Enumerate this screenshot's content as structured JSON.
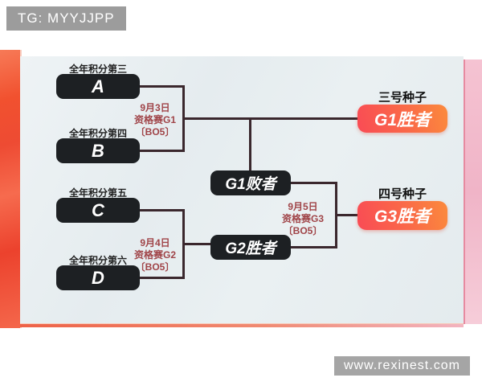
{
  "overlays": {
    "tg_badge": "TG: MYYJJPP",
    "watermark": "www.rexinest.com"
  },
  "bracket": {
    "teams": [
      {
        "rank_label": "全年积分第三",
        "name": "A"
      },
      {
        "rank_label": "全年积分第四",
        "name": "B"
      },
      {
        "rank_label": "全年积分第五",
        "name": "C"
      },
      {
        "rank_label": "全年积分第六",
        "name": "D"
      }
    ],
    "matches": [
      {
        "date": "9月3日",
        "name": "资格赛G1",
        "format": "〔BO5〕"
      },
      {
        "date": "9月4日",
        "name": "资格赛G2",
        "format": "〔BO5〕"
      },
      {
        "date": "9月5日",
        "name": "资格赛G3",
        "format": "〔BO5〕"
      }
    ],
    "mid_nodes": [
      {
        "label": "G1败者"
      },
      {
        "label": "G2胜者"
      }
    ],
    "outcomes": [
      {
        "seed_label": "三号种子",
        "label": "G1胜者"
      },
      {
        "seed_label": "四号种子",
        "label": "G3胜者"
      }
    ]
  },
  "colors": {
    "frame_left_red": "#f0513a",
    "frame_right_pink": "#f2bccb",
    "card_bg": "#e7edf0",
    "team_box_black": "#1d2023",
    "winner_gradient_start": "#f94b55",
    "winner_gradient_end": "#fb8a3c",
    "connector_line": "#3a272d",
    "match_note_red": "#a04448",
    "badge_gray": "#9c9c9c"
  }
}
